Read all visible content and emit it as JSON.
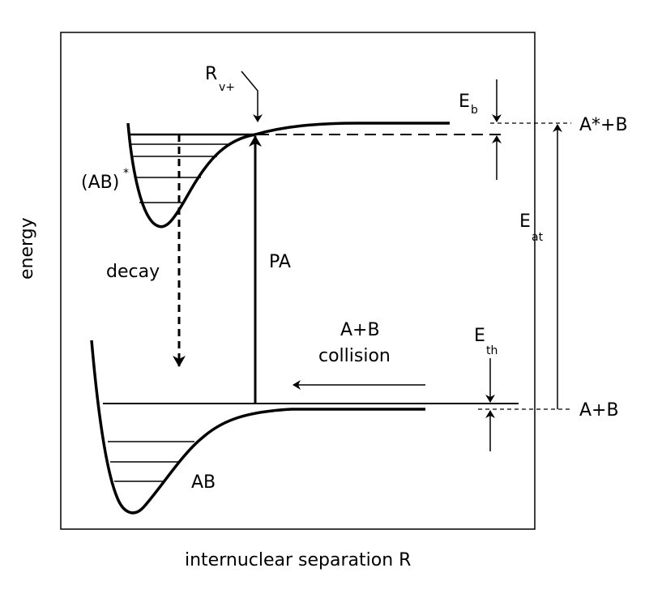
{
  "labels": {
    "y_axis": "energy",
    "x_axis": "internuclear separation R",
    "r_main": "R",
    "r_sub": "v+",
    "excited_molecule": "(AB)",
    "excited_star": "*",
    "decay": "decay",
    "pa": "PA",
    "eb_main": "E",
    "eb_sub": "b",
    "eat_main": "E",
    "eat_sub": "at",
    "eth_main": "E",
    "eth_sub": "th",
    "asymptote_upper": "A*+B",
    "asymptote_lower": "A+B",
    "collision_line1": "A+B",
    "collision_line2": "collision",
    "ground_molecule": "AB"
  }
}
